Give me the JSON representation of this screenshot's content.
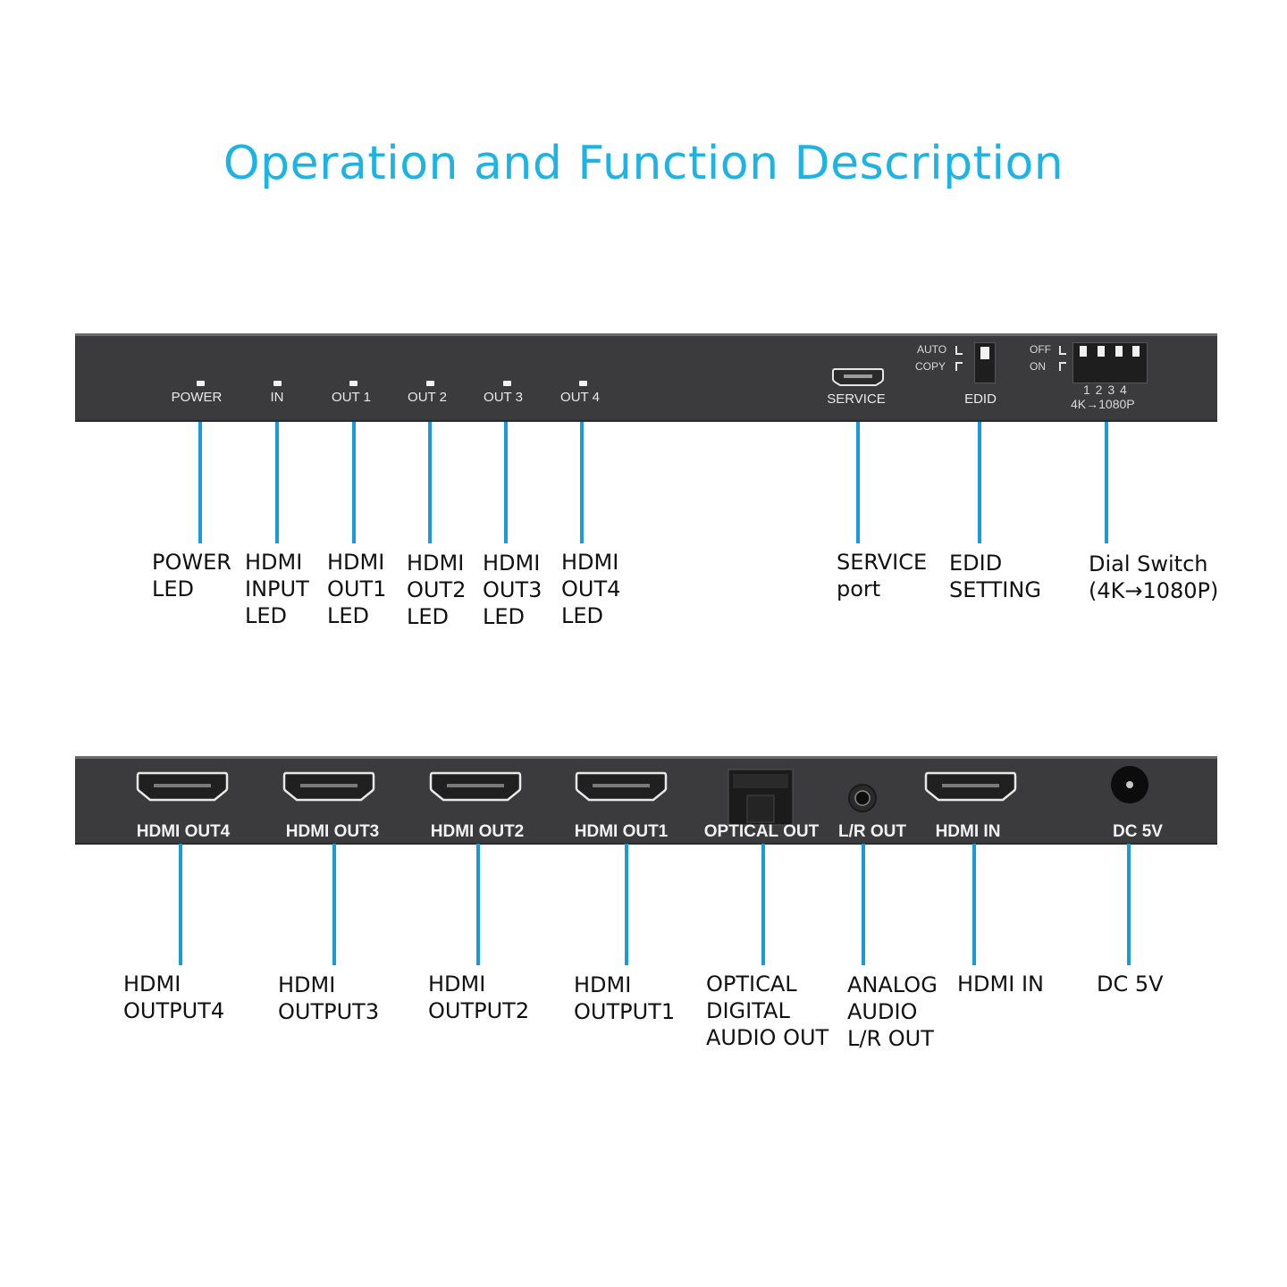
{
  "title": "Operation and Function Description",
  "colors": {
    "accent": "#1fb3e3",
    "callout_line": "#1a9ad6",
    "panel": "#3b3b3d"
  },
  "front_panel": {
    "leds": [
      {
        "name": "power-led",
        "label": "POWER"
      },
      {
        "name": "in-led",
        "label": "IN"
      },
      {
        "name": "out1-led",
        "label": "OUT 1"
      },
      {
        "name": "out2-led",
        "label": "OUT 2"
      },
      {
        "name": "out3-led",
        "label": "OUT 3"
      },
      {
        "name": "out4-led",
        "label": "OUT 4"
      }
    ],
    "service_label": "SERVICE",
    "edid": {
      "label": "EDID",
      "auto": "AUTO",
      "copy": "COPY"
    },
    "dial": {
      "off": "OFF",
      "on": "ON",
      "numbers": "1 2 3 4",
      "caption": "4K→1080P"
    }
  },
  "front_callouts": [
    {
      "lines": [
        "POWER",
        "LED"
      ]
    },
    {
      "lines": [
        "HDMI",
        "INPUT",
        "LED"
      ]
    },
    {
      "lines": [
        "HDMI",
        "OUT1",
        "LED"
      ]
    },
    {
      "lines": [
        "HDMI",
        "OUT2",
        "LED"
      ]
    },
    {
      "lines": [
        "HDMI",
        "OUT3",
        "LED"
      ]
    },
    {
      "lines": [
        "HDMI",
        "OUT4",
        "LED"
      ]
    },
    {
      "lines": [
        "SERVICE",
        "port"
      ]
    },
    {
      "lines": [
        "EDID",
        "SETTING"
      ]
    },
    {
      "lines": [
        "Dial Switch",
        "(4K→1080P)"
      ]
    }
  ],
  "rear_panel": {
    "ports": [
      {
        "label": "HDMI OUT4"
      },
      {
        "label": "HDMI OUT3"
      },
      {
        "label": "HDMI OUT2"
      },
      {
        "label": "HDMI OUT1"
      },
      {
        "label": "OPTICAL OUT"
      },
      {
        "label": "L/R OUT"
      },
      {
        "label": "HDMI IN"
      },
      {
        "label": "DC 5V"
      }
    ]
  },
  "rear_callouts": [
    {
      "lines": [
        "HDMI",
        "OUTPUT4"
      ]
    },
    {
      "lines": [
        "HDMI",
        "OUTPUT3"
      ]
    },
    {
      "lines": [
        "HDMI",
        "OUTPUT2"
      ]
    },
    {
      "lines": [
        "HDMI",
        "OUTPUT1"
      ]
    },
    {
      "lines": [
        "OPTICAL",
        "DIGITAL",
        "AUDIO OUT"
      ]
    },
    {
      "lines": [
        "ANALOG",
        "AUDIO",
        "L/R OUT"
      ]
    },
    {
      "lines": [
        "HDMI IN"
      ]
    },
    {
      "lines": [
        "DC 5V"
      ]
    }
  ]
}
